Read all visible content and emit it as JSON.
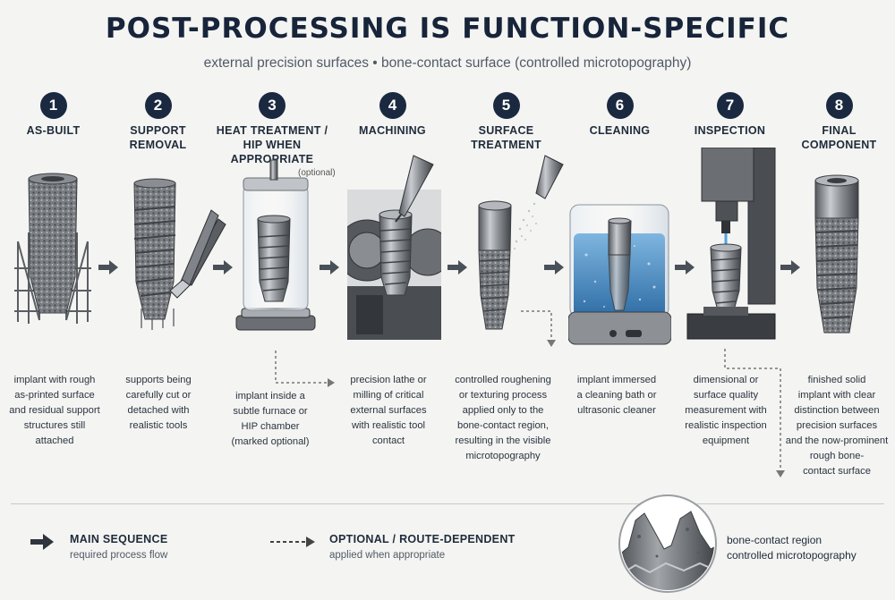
{
  "header": {
    "title": "POST-PROCESSING IS FUNCTION-SPECIFIC",
    "subtitle": "external precision surfaces • bone-contact surface (controlled microtopography)"
  },
  "steps": [
    {
      "number": "1",
      "title_line1": "AS-BUILT",
      "title_line2": "",
      "desc": [
        "implant with rough",
        "as-printed surface",
        "and residual support",
        "structures still",
        "attached"
      ]
    },
    {
      "number": "2",
      "title_line1": "SUPPORT",
      "title_line2": "REMOVAL",
      "desc": [
        "supports being",
        "carefully cut or",
        "detached with",
        "realistic tools"
      ]
    },
    {
      "number": "3",
      "title_line1": "HEAT TREATMENT /",
      "title_line2": "HIP WHEN APPROPRIATE",
      "optional_tag": "(optional)",
      "desc": [
        "implant inside a",
        "subtle furnace or",
        "HIP chamber",
        "(marked optional)"
      ]
    },
    {
      "number": "4",
      "title_line1": "MACHINING",
      "title_line2": "",
      "desc": [
        "precision lathe or",
        "milling of critical",
        "external surfaces",
        "with realistic tool",
        "contact"
      ]
    },
    {
      "number": "5",
      "title_line1": "SURFACE",
      "title_line2": "TREATMENT",
      "desc": [
        "controlled roughening",
        "or texturing process",
        "applied only to the",
        "bone-contact region,",
        "resulting in the visible",
        "microtopography"
      ]
    },
    {
      "number": "6",
      "title_line1": "CLEANING",
      "title_line2": "",
      "desc": [
        "implant immersed",
        "a cleaning bath or",
        "ultrasonic cleaner"
      ]
    },
    {
      "number": "7",
      "title_line1": "INSPECTION",
      "title_line2": "",
      "desc": [
        "dimensional or",
        "surface quality",
        "measurement with",
        "realistic inspection",
        "equipment"
      ]
    },
    {
      "number": "8",
      "title_line1": "FINAL",
      "title_line2": "COMPONENT",
      "desc": [
        "finished solid",
        "implant with clear",
        "distinction between",
        "precision surfaces",
        "and the now-prominent",
        "rough bone-",
        "contact surface"
      ]
    }
  ],
  "legend": {
    "main_title": "MAIN SEQUENCE",
    "main_sub": "required process flow",
    "optional_title": "OPTIONAL / ROUTE-DEPENDENT",
    "optional_sub": "applied when appropriate",
    "bone_line1": "bone-contact region",
    "bone_line2": "controlled microtopography"
  },
  "colors": {
    "badge": "#1a2940",
    "arrow": "#4a5058",
    "metal": "#8d9196",
    "water": "#4f8fc4"
  }
}
